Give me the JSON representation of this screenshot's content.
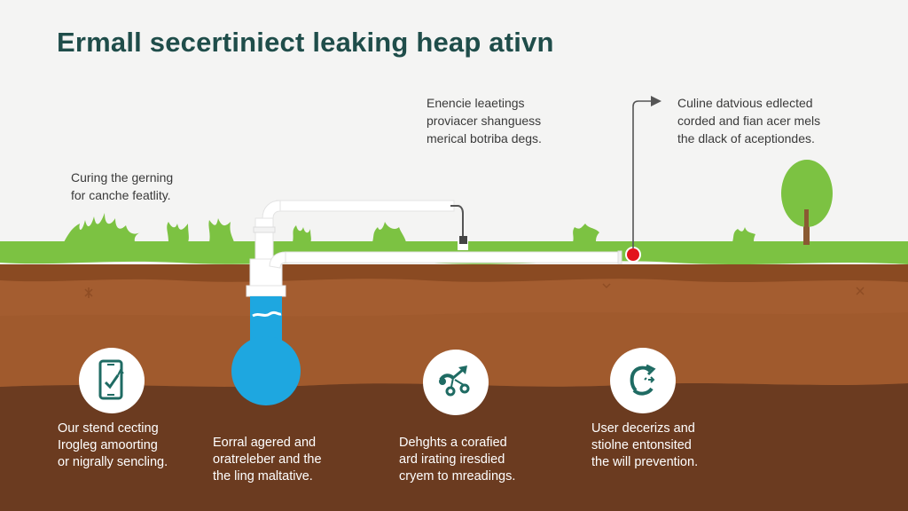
{
  "header": {
    "title": "Ermall secertiniect leaking heap ativn"
  },
  "callouts": [
    {
      "id": "left",
      "lines": [
        "Curing the gerning",
        "for canche featlity."
      ]
    },
    {
      "id": "center",
      "lines": [
        "Enencie leaetings",
        "proviacer shanguess",
        "merical botriba degs."
      ]
    },
    {
      "id": "right",
      "lines": [
        "Culine datvious edlected",
        "corded and fian acer mels",
        "the dlack of aceptiondes."
      ]
    }
  ],
  "features": [
    {
      "icon": "smartphone-check-icon",
      "lines": [
        "Our stend cecting",
        "Irogleg amoorting",
        "or nigrally sencling."
      ]
    },
    {
      "icon": "water-bulb-icon",
      "lines": [
        "Eorral agered and",
        "oratreleber and the",
        "the ling maltative."
      ]
    },
    {
      "icon": "network-growth-icon",
      "lines": [
        "Dehghts a corafied",
        "ard irating iresdied",
        "cryem to mreadings."
      ]
    },
    {
      "icon": "refresh-cycle-icon",
      "lines": [
        "User decerizs and",
        "stiolne entonsited",
        "the will prevention."
      ]
    }
  ],
  "colors": {
    "background": "#f4f4f3",
    "title": "#1f4d4a",
    "grass": "#7cc242",
    "soil_top": "#8a4a22",
    "soil_mid": "#a45d30",
    "soil_deep": "#6b3b20",
    "water": "#1ea7e0",
    "pipe": "#ffffff",
    "leak_marker": "#e3141b",
    "icon_teal": "#1f6b63"
  }
}
